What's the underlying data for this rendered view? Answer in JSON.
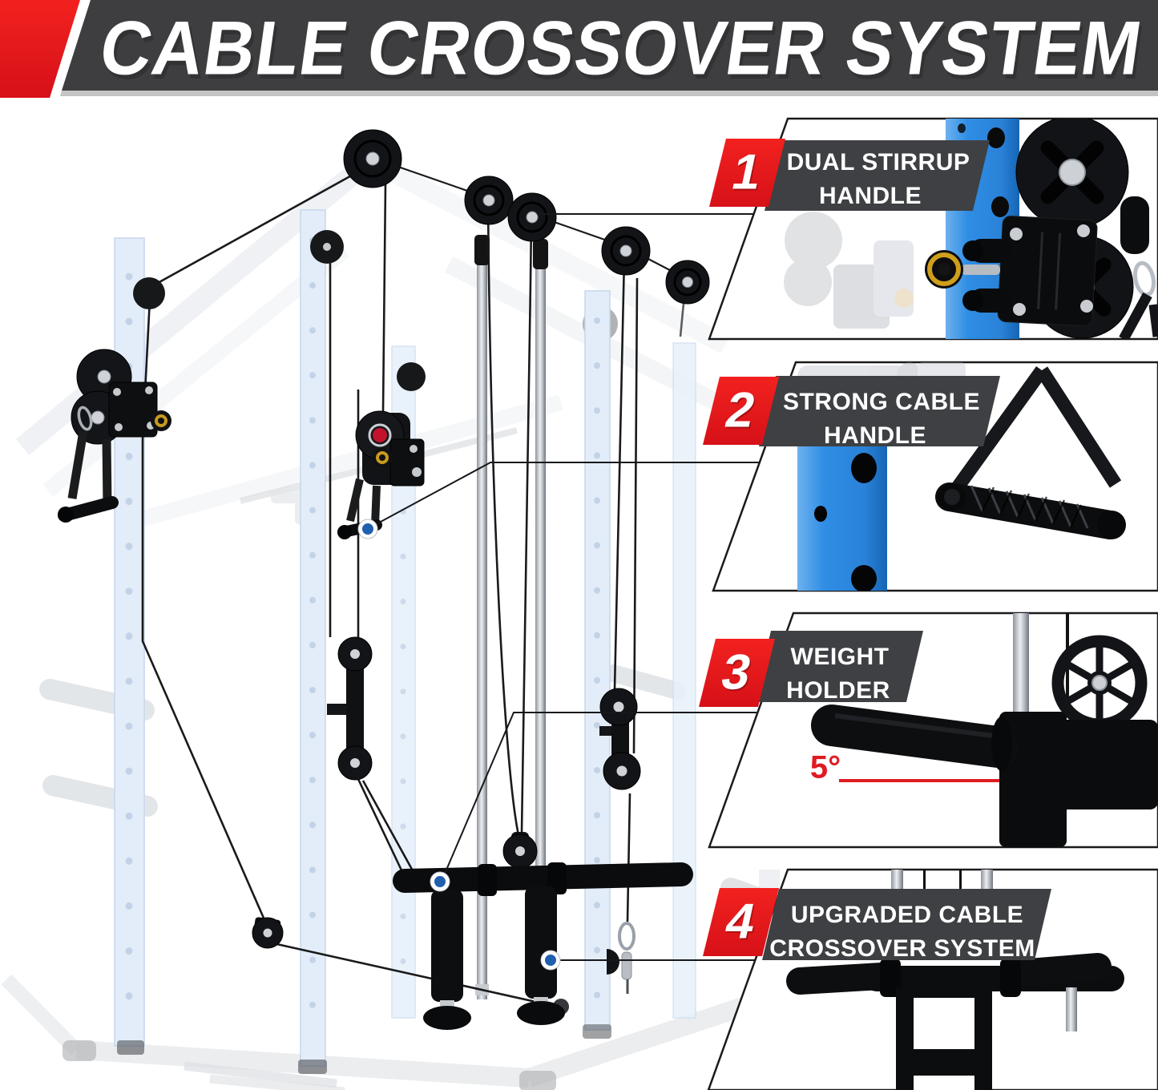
{
  "title": "CABLE CROSSOVER SYSTEM",
  "callouts": [
    {
      "number": "1",
      "line1": "DUAL STIRRUP",
      "line2": "HANDLE"
    },
    {
      "number": "2",
      "line1": "STRONG CABLE",
      "line2": "HANDLE"
    },
    {
      "number": "3",
      "line1": "WEIGHT",
      "line2": "HOLDER"
    },
    {
      "number": "4",
      "line1": "UPGRADED CABLE",
      "line2": "CROSSOVER SYSTEM"
    }
  ],
  "annotations": {
    "weight_holder_angle": "5°"
  },
  "colors": {
    "accent_red": "#e8161d",
    "banner_gray": "#3f4043",
    "pole_blue": "#2f8de4",
    "pale_rack_blue": "#e3edf9",
    "marker_blue": "#1f5fae"
  }
}
